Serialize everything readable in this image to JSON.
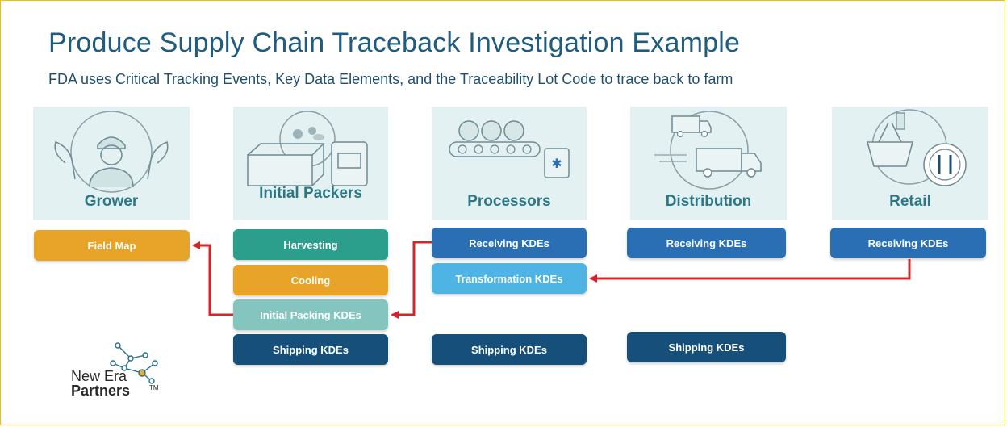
{
  "title": "Produce Supply Chain Traceback Investigation Example",
  "subtitle": "FDA uses Critical Tracking Events, Key Data Elements, and the Traceability Lot Code to trace back to farm",
  "stages": [
    {
      "label": "Grower",
      "icon": "farmer-icon"
    },
    {
      "label": "Initial Packers",
      "icon": "packing-box-icon"
    },
    {
      "label": "Processors",
      "icon": "conveyor-icon"
    },
    {
      "label": "Distribution",
      "icon": "truck-icon"
    },
    {
      "label": "Retail",
      "icon": "shopping-basket-icon"
    }
  ],
  "boxes": {
    "grower_field_map": "Field Map",
    "packers_harvesting": "Harvesting",
    "packers_cooling": "Cooling",
    "packers_initial_packing": "Initial Packing KDEs",
    "packers_shipping": "Shipping KDEs",
    "processors_receiving": "Receiving KDEs",
    "processors_transformation": "Transformation KDEs",
    "processors_shipping": "Shipping KDEs",
    "distribution_receiving": "Receiving KDEs",
    "distribution_shipping": "Shipping KDEs",
    "retail_receiving": "Receiving KDEs"
  },
  "logo": {
    "line1": "New Era",
    "line2": "Partners",
    "tm": "TM"
  },
  "colors": {
    "title": "#1f5c80",
    "panel_bg": "#e3f1f2",
    "panel_label": "#2b7884",
    "orange": "#e8a428",
    "teal": "#2c9e8c",
    "light_teal": "#84c5c0",
    "blue": "#2a6eb4",
    "light_blue": "#4db4e3",
    "navy": "#16507a",
    "arrow": "#d9232a",
    "border": "#f2c200"
  }
}
